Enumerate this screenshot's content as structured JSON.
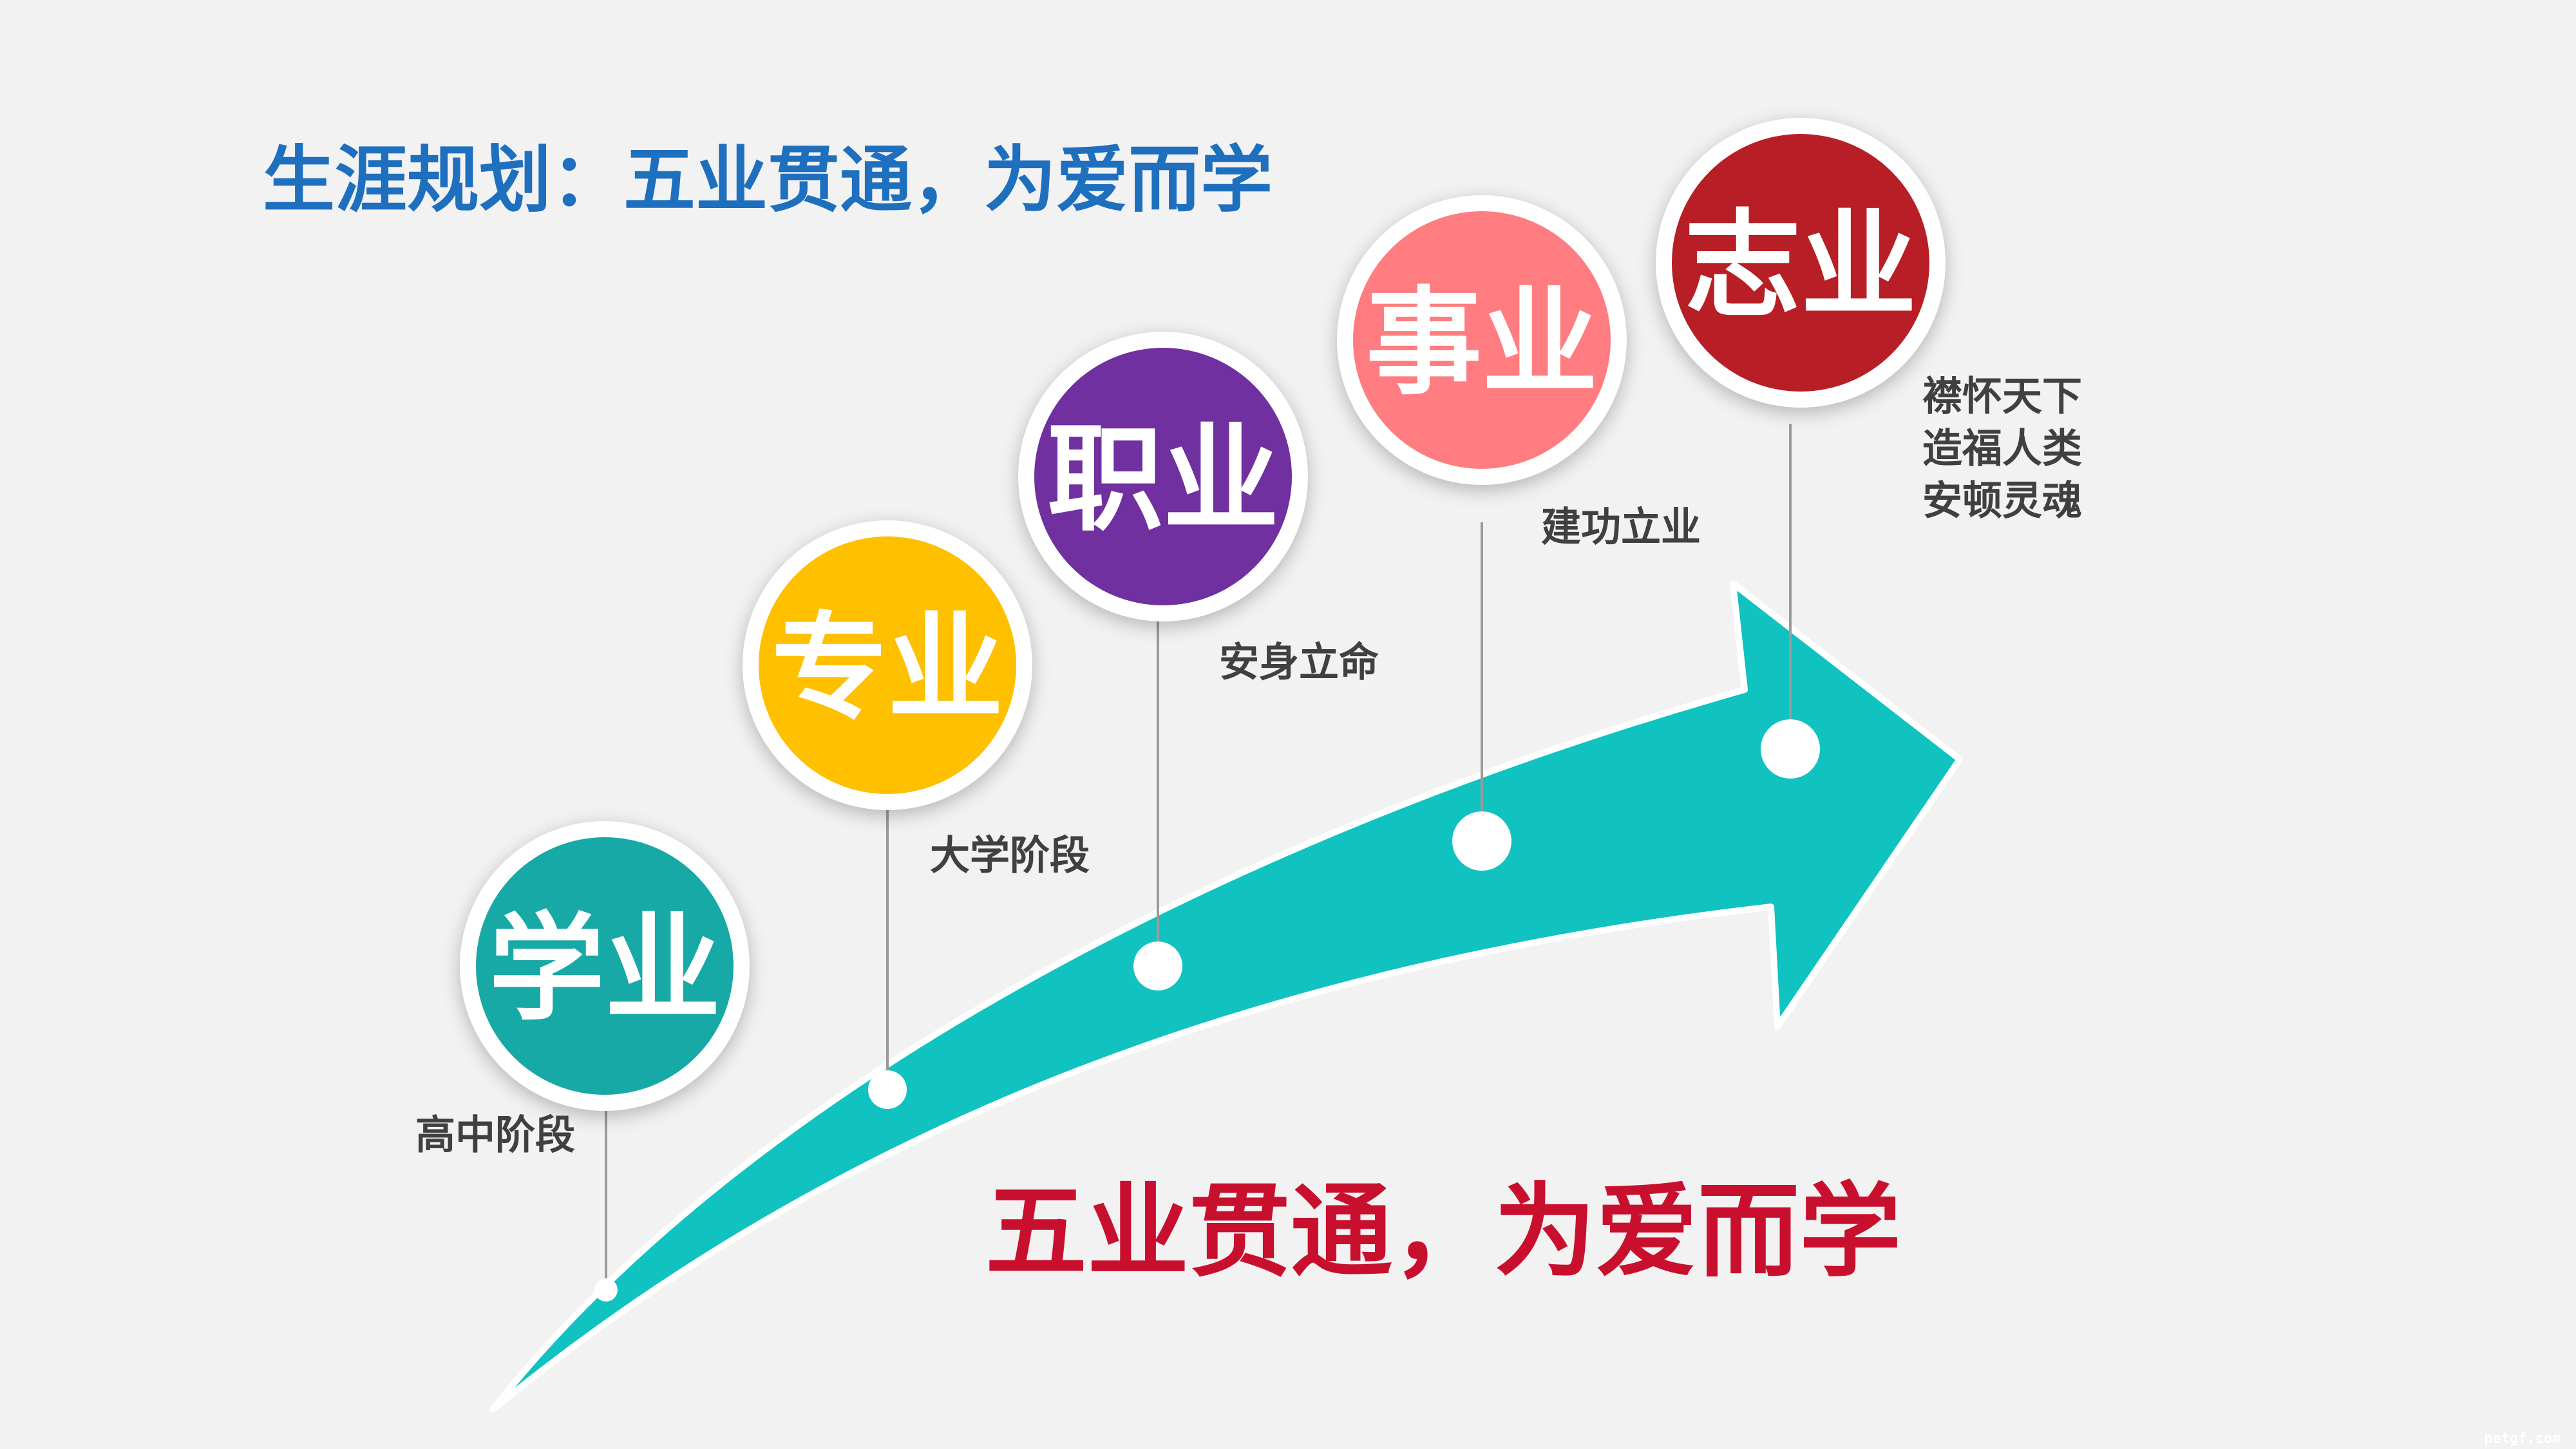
{
  "title": "生涯规划：五业贯通，为爱而学",
  "slogan": "五业贯通，为爱而学",
  "watermark": "petgf.com",
  "colors": {
    "title": "#1f6fbf",
    "slogan": "#c8102e",
    "arrow": "#10c2c0",
    "label": "#404040"
  },
  "stages": [
    {
      "name": "学业",
      "label": [
        "高中阶段"
      ],
      "color": "#17a9a6"
    },
    {
      "name": "专业",
      "label": [
        "大学阶段"
      ],
      "color": "#ffc000"
    },
    {
      "name": "职业",
      "label": [
        "安身立命"
      ],
      "color": "#7030a0"
    },
    {
      "name": "事业",
      "label": [
        "建功立业"
      ],
      "color": "#ff7c80"
    },
    {
      "name": "志业",
      "label": [
        "襟怀天下",
        "造福人类",
        "安顿灵魂"
      ],
      "color": "#b81e25"
    }
  ]
}
